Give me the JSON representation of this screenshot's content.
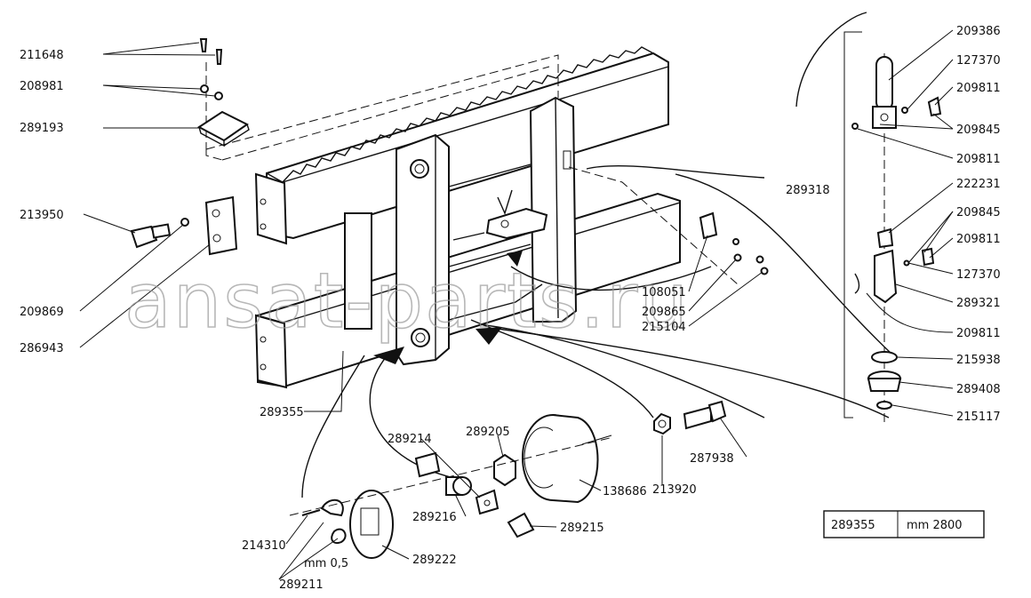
{
  "labels": {
    "p211648": "211648",
    "p208981": "208981",
    "p289193": "289193",
    "p213950": "213950",
    "p209869": "209869",
    "p286943": "286943",
    "p289355": "289355",
    "p108051": "108051",
    "p209865": "209865",
    "p215104": "215104",
    "p289318": "289318",
    "p209386": "209386",
    "p127370a": "127370",
    "p209811a": "209811",
    "p209845a": "209845",
    "p209811b": "209811",
    "p222231": "222231",
    "p209845b": "209845",
    "p209811c": "209811",
    "p127370b": "127370",
    "p289321": "289321",
    "p209811d": "209811",
    "p215938": "215938",
    "p289408": "289408",
    "p215117": "215117",
    "p289214": "289214",
    "p289205": "289205",
    "p138686": "138686",
    "p213920": "213920",
    "p287938": "287938",
    "p289216": "289216",
    "p289215": "289215",
    "p214310": "214310",
    "p289222": "289222",
    "p_mm05": "mm 0,5",
    "p289211": "289211"
  },
  "spec_table": {
    "code": "289355",
    "length": "mm 2800"
  },
  "watermark": "ansat-parts.ru"
}
